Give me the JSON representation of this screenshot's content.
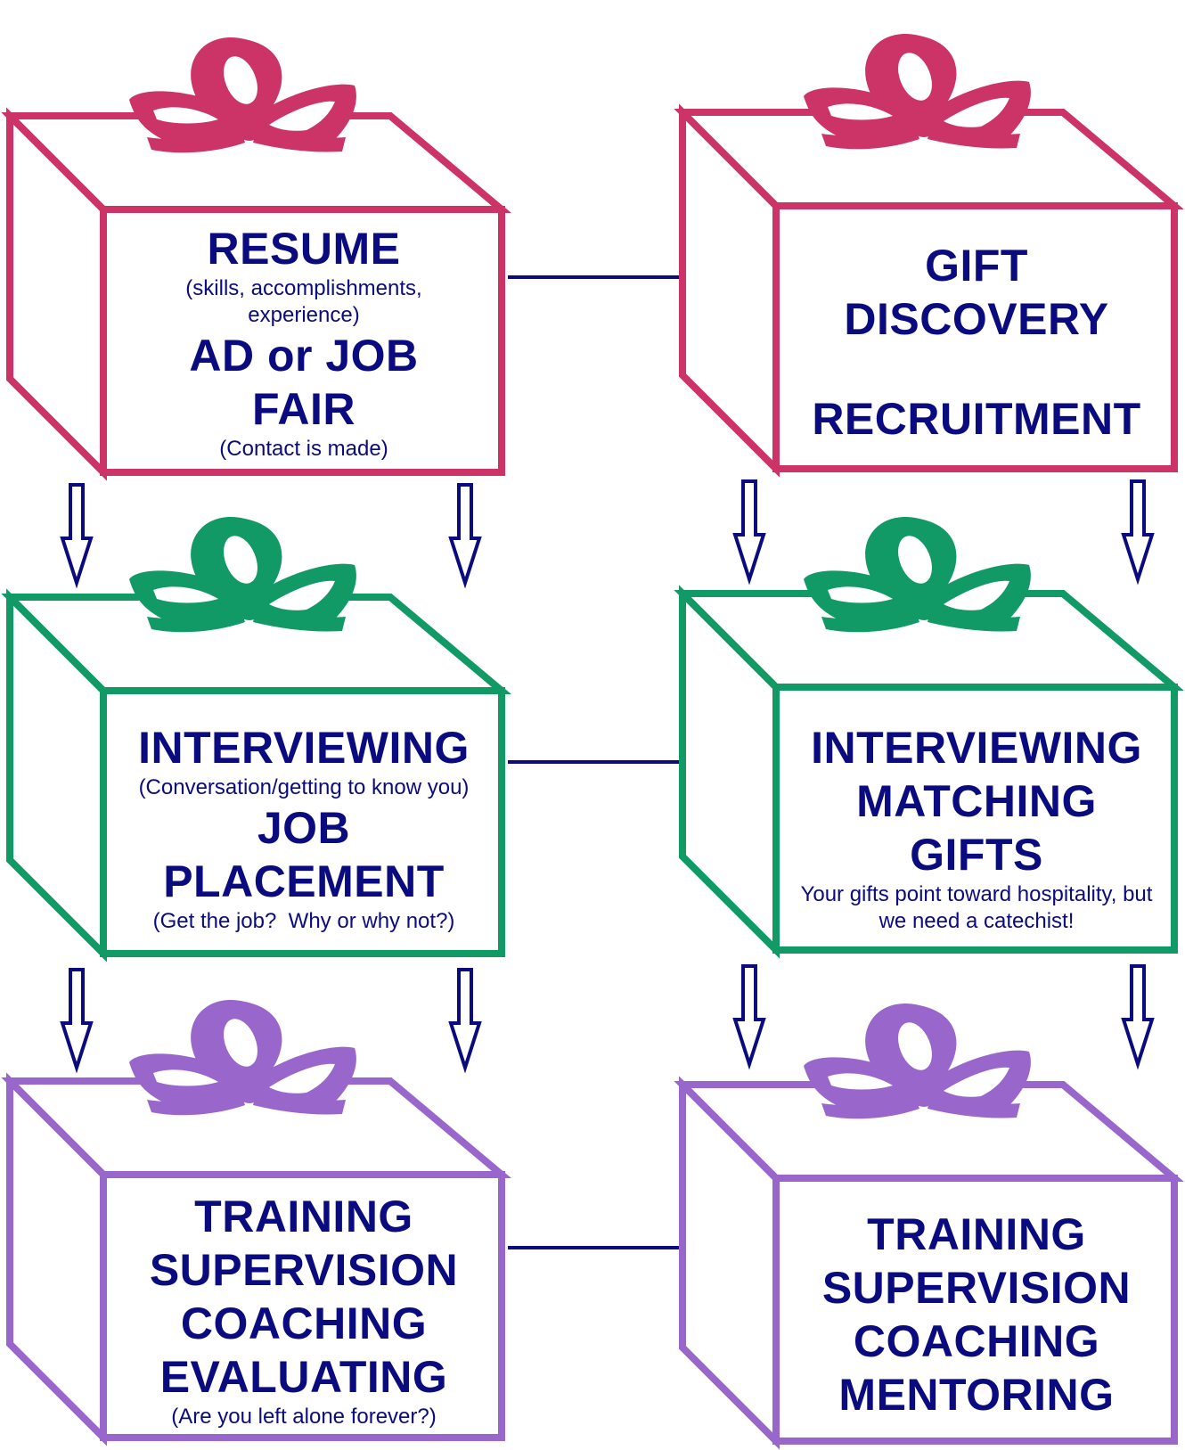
{
  "colors": {
    "row1": "#cc3366",
    "row2": "#119966",
    "row3": "#9966cc",
    "text": "#0b0b80",
    "connector": "#0b0b80"
  },
  "boxes": {
    "resume": {
      "title": "RESUME",
      "subtitle": "(skills, accomplishments, experience)",
      "title2": "AD or JOB FAIR",
      "note": "(Contact is made)"
    },
    "gift": {
      "line1": "GIFT",
      "line2": "DISCOVERY",
      "line3": "RECRUITMENT"
    },
    "interviewing_left": {
      "title": "INTERVIEWING",
      "subtitle": "(Conversation/getting to know you)",
      "title2_line1": "JOB",
      "title2_line2": "PLACEMENT",
      "note": "(Get the job?  Why or why not?)"
    },
    "interviewing_right": {
      "line1": "INTERVIEWING",
      "line2": "MATCHING",
      "line3": "GIFTS",
      "note": "Your gifts point toward hospitality, but we need a catechist!"
    },
    "training_left": {
      "line1": "TRAINING",
      "line2": "SUPERVISION",
      "line3": "COACHING",
      "line4": "EVALUATING",
      "note": "(Are you left alone forever?)"
    },
    "training_right": {
      "line1": "TRAINING",
      "line2": "SUPERVISION",
      "line3": "COACHING",
      "line4": "MENTORING"
    }
  }
}
